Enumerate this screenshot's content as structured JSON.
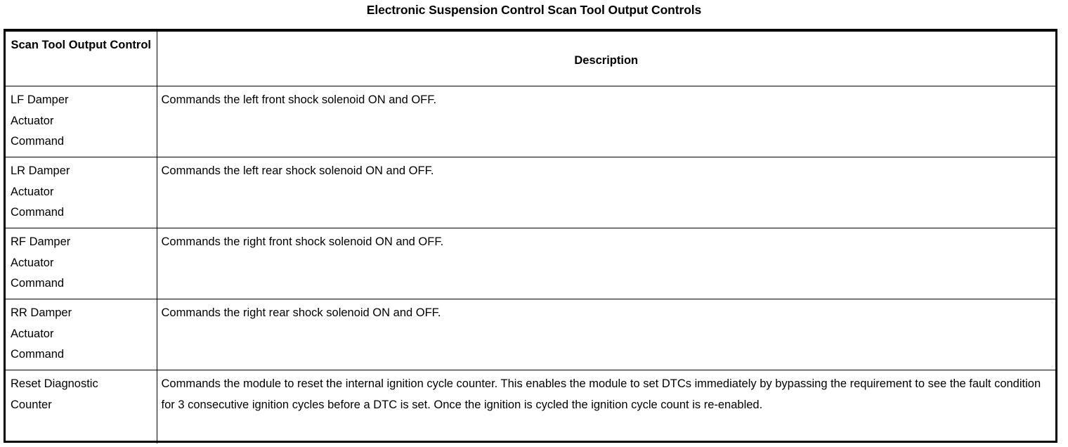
{
  "document": {
    "title": "Electronic Suspension Control Scan Tool Output Controls"
  },
  "table": {
    "headers": {
      "col1": "Scan Tool\nOutput Control",
      "col2": "Description"
    },
    "rows": [
      {
        "control": "LF Damper\nActuator\nCommand",
        "description": "Commands the left front shock solenoid ON and OFF."
      },
      {
        "control": "LR Damper\nActuator\nCommand",
        "description": "Commands the left rear shock solenoid ON and OFF."
      },
      {
        "control": "RF Damper\nActuator\nCommand",
        "description": "Commands the right front shock solenoid ON and OFF."
      },
      {
        "control": "RR Damper\nActuator\nCommand",
        "description": "Commands the right rear shock solenoid ON and OFF."
      },
      {
        "control": "Reset Diagnostic\nCounter",
        "description": "Commands the module to reset the internal ignition cycle counter. This enables the module to set DTCs immediately by bypassing the requirement to see the fault condition for 3 consecutive ignition cycles before a DTC is set. Once the ignition is cycled the ignition cycle count is re-enabled."
      }
    ]
  },
  "colors": {
    "text": "#000000",
    "background": "#ffffff",
    "border": "#000000"
  }
}
